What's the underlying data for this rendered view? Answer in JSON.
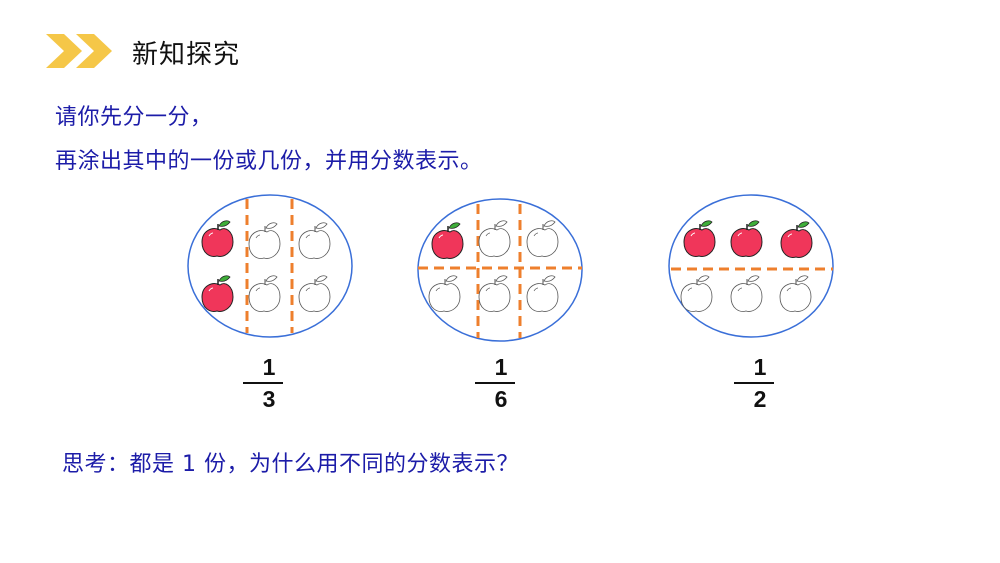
{
  "header": {
    "title": "新知探究",
    "icon": "double-chevron-right-icon",
    "icon_color": "#f5c748"
  },
  "instructions": {
    "line1": "请你先分一分，",
    "line2": "再涂出其中的一份或几份，并用分数表示。"
  },
  "colors": {
    "text_blue": "#1c1ca8",
    "ellipse_border": "#3a6fd8",
    "divider_orange": "#ee7f2d",
    "apple_red": "#f0365a",
    "leaf_green": "#3fae3a"
  },
  "figures": [
    {
      "label": "three-columns",
      "rows": 2,
      "cols": 3,
      "colored_apples": 2,
      "total_apples": 6,
      "fraction": {
        "numerator": "1",
        "denominator": "3"
      }
    },
    {
      "label": "six-cells",
      "rows": 2,
      "cols": 3,
      "colored_apples": 1,
      "total_apples": 6,
      "fraction": {
        "numerator": "1",
        "denominator": "6"
      }
    },
    {
      "label": "two-rows",
      "rows": 2,
      "cols": 3,
      "colored_apples": 3,
      "total_apples": 6,
      "fraction": {
        "numerator": "1",
        "denominator": "2"
      }
    }
  ],
  "question": "思考：都是 1 份，为什么用不同的分数表示？"
}
